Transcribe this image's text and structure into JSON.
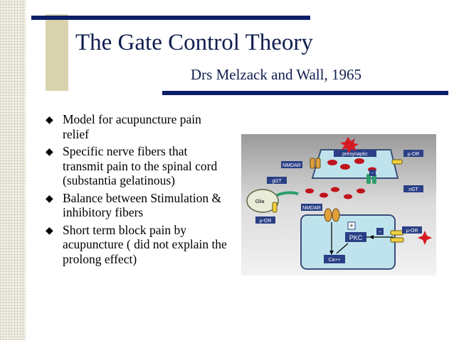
{
  "slide": {
    "title": "The Gate Control Theory",
    "subtitle": "Drs Melzack and Wall, 1965",
    "bullets": [
      "Model for acupuncture pain relief",
      "Specific nerve fibers that transmit pain to the spinal cord (substantia gelatinous)",
      "Balance between Stimulation & inhibitory fibers",
      "Short term block pain by acupuncture ( did not explain the prolong effect)"
    ],
    "bullet_glyph": "◆"
  },
  "figure": {
    "labels": {
      "presynaptic": "presynaptic",
      "nmdar_top": "NMDAR",
      "mu_or_top": "μ-OR",
      "ggt": "gGT",
      "glia": "Glia",
      "ngt": "nGT",
      "nmdar_mid": "NMDAR",
      "mu_or_left": "μ-OR",
      "plus": "+",
      "pkc": "PKC",
      "minus_small": "-",
      "minus_right": "-",
      "mu_or_right": "μ-OR",
      "ca": "Ca++"
    }
  },
  "colors": {
    "navy": "#0b1f66",
    "title_text": "#101d4e",
    "accent_block": "#d8d3ad",
    "cell_fill": "#bfe3ec",
    "label_box": "#2a3f86",
    "vesicle_red": "#c0141c",
    "figure_bg": "#d9d9d9"
  }
}
